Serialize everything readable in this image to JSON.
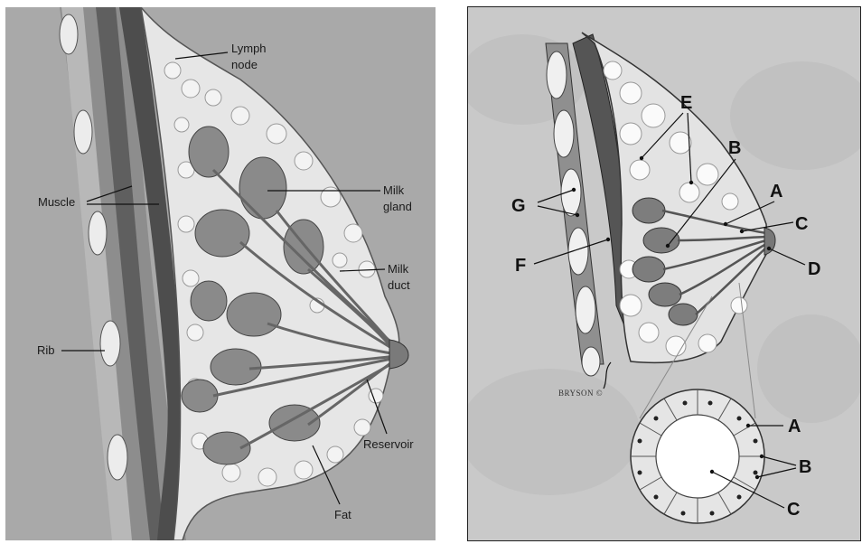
{
  "left_diagram": {
    "labels": {
      "lymph_node": [
        "Lymph",
        "node"
      ],
      "muscle": "Muscle",
      "milk_gland": [
        "Milk",
        "gland"
      ],
      "milk_duct": [
        "Milk",
        "duct"
      ],
      "rib": "Rib",
      "reservoir": "Reservoir",
      "fat": "Fat"
    }
  },
  "right_diagram": {
    "labels": {
      "e": "E",
      "b": "B",
      "a": "A",
      "c": "C",
      "d": "D",
      "g": "G",
      "f": "F"
    },
    "signature": "BRYSON ©",
    "inset_labels": {
      "a": "A",
      "b": "B",
      "c": "C"
    }
  },
  "colors": {
    "left_background": "#a9a9a9",
    "right_background": "#c9c9c9",
    "tissue_fill": "#e6e6e6",
    "muscle_fill": "#6f6f6f",
    "gland_fill": "#8a8a8a"
  }
}
